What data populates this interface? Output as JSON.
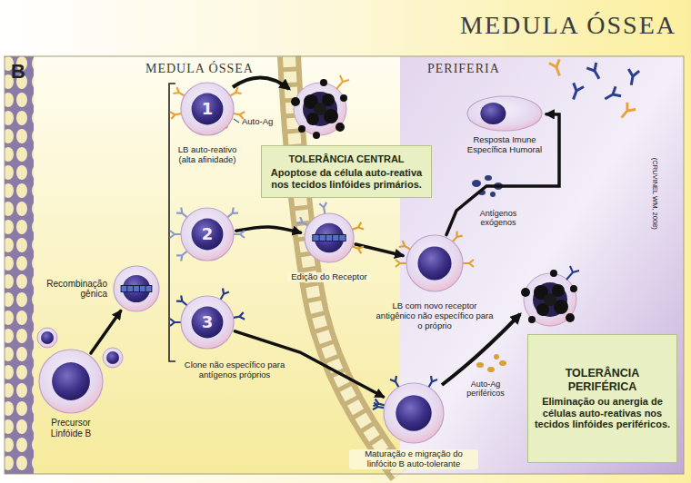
{
  "diagram": {
    "title": "MEDULA ÓSSEA",
    "nodes": [
      {
        "text": [
          "MEDULA ÓSSEA"
        ]
      },
      {
        "text": [
          "PERIFERIA"
        ]
      },
      {
        "text": [
          "Precursor Linfóide B"
        ],
        "in": 0
      },
      {
        "text": [
          "Recombinação gênica"
        ],
        "in": 0
      },
      {
        "text": [
          "1",
          "LB auto-reativo (alta afinidade)"
        ],
        "in": 0
      },
      {
        "text": [
          "2"
        ],
        "in": 0
      },
      {
        "text": [
          "3",
          "Clone não específico para antígenos próprios"
        ],
        "in": 0
      },
      {
        "text": [
          "TOLERÂNCIA CENTRAL",
          "Apoptose da célula auto-reativa nos tecidos linfóides primários."
        ],
        "in": 0
      },
      {
        "text": [
          "Edição do Receptor"
        ],
        "in": 0
      },
      {
        "text": [
          "LB com novo receptor antigênico não específico para o próprio"
        ],
        "in": 1
      },
      {
        "text": [
          "Resposta Imune Específica Humoral"
        ],
        "in": 1
      },
      {
        "text": [
          "Maturação e migração do linfócito B auto-tolerante"
        ],
        "in": 1
      },
      {
        "text": [
          "TOLERÂNCIA PERIFÉRICA",
          "Eliminação ou anergia de células auto-reativas nos tecidos linfóides periféricos."
        ],
        "in": 1
      }
    ],
    "edges": [
      {
        "from": 2,
        "to": 3,
        "arrow": "to"
      },
      {
        "from": 5,
        "to": 8,
        "arrow": "to"
      },
      {
        "from": 8,
        "to": 9,
        "arrow": "to"
      },
      {
        "from": 6,
        "to": 11,
        "arrow": "to"
      },
      {
        "from": 9,
        "to": 10,
        "arrow": "to"
      }
    ],
    "labels": [
      "B",
      "Auto-Ag",
      "Antígenos exógenos",
      "(CRUVINEL WM, 2008)",
      "Auto-Ag periféricos"
    ]
  }
}
